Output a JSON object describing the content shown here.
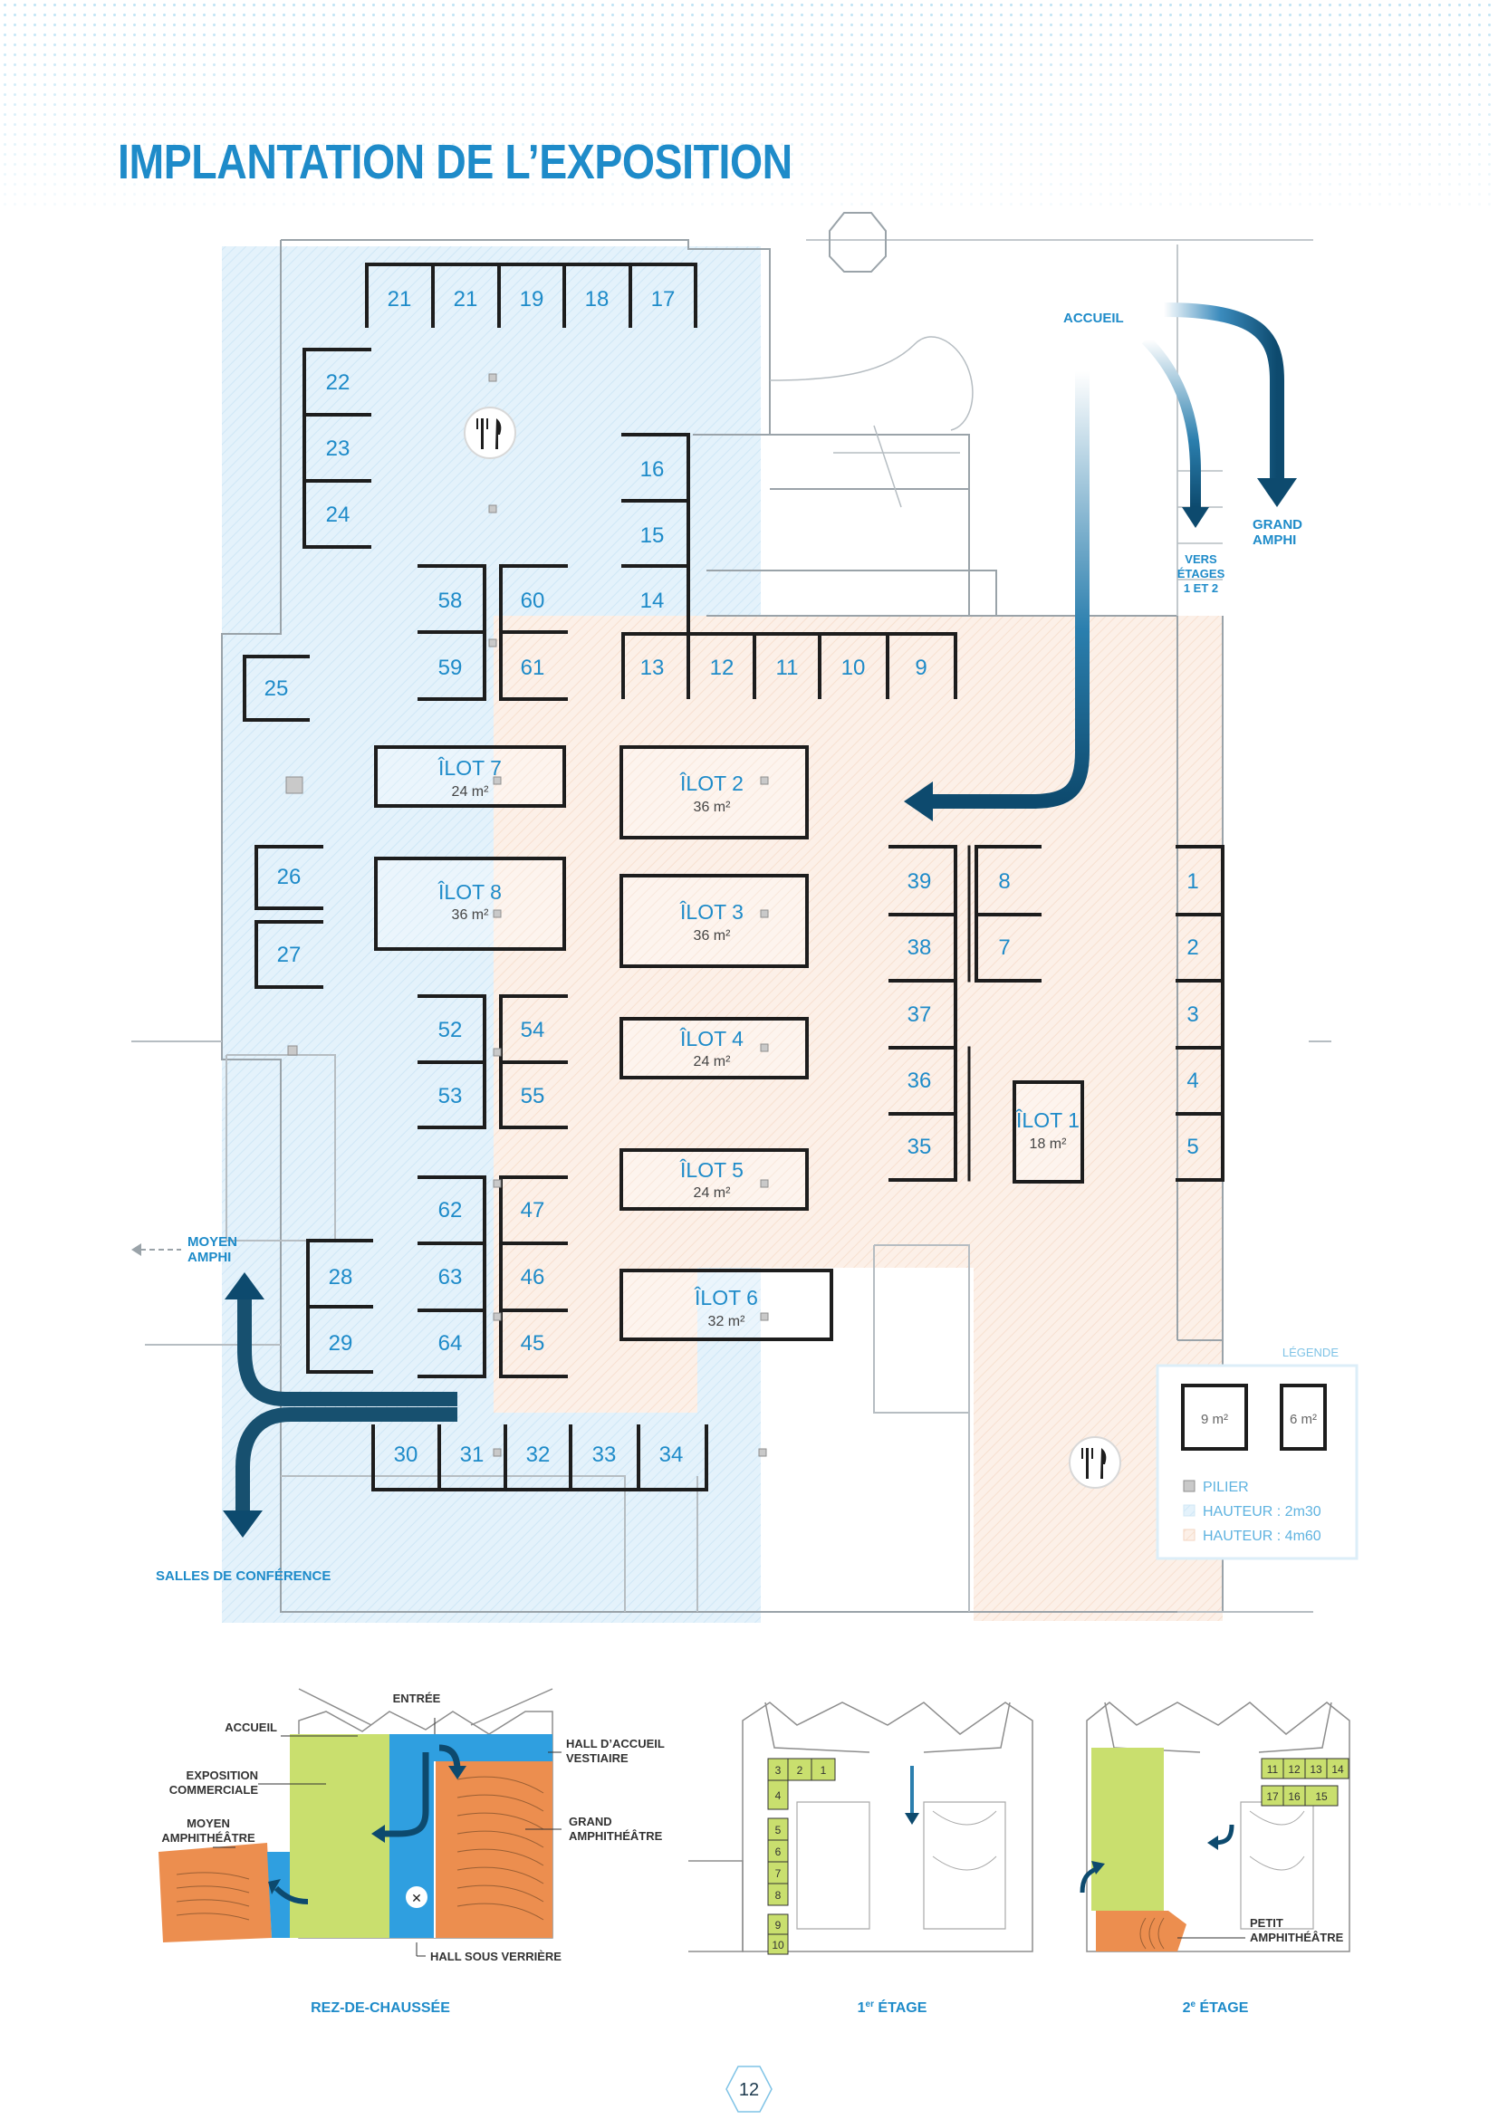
{
  "page_title": "IMPLANTATION DE L’EXPOSITION",
  "colors": {
    "blue": "#1e8bc9",
    "low_zone": "#dff0fa",
    "high_zone": "#fbece2",
    "green": "#c9df6e",
    "orange": "#ec8e4f",
    "navy": "#0d4a6e"
  },
  "plan": {
    "stands": {
      "s21a": "21",
      "s21b": "21",
      "s19": "19",
      "s18": "18",
      "s17": "17",
      "s22": "22",
      "s23": "23",
      "s24": "24",
      "s16": "16",
      "s15": "15",
      "s14": "14",
      "s13": "13",
      "s12": "12",
      "s11": "11",
      "s10": "10",
      "s9": "9",
      "s58": "58",
      "s60": "60",
      "s59": "59",
      "s61": "61",
      "s25": "25",
      "s26": "26",
      "s27": "27",
      "s39": "39",
      "s38": "38",
      "s37": "37",
      "s36": "36",
      "s35": "35",
      "s8": "8",
      "s7": "7",
      "s1": "1",
      "s2": "2",
      "s3": "3",
      "s4": "4",
      "s5": "5",
      "s52": "52",
      "s53": "53",
      "s54": "54",
      "s55": "55",
      "s62": "62",
      "s63": "63",
      "s64": "64",
      "s47": "47",
      "s46": "46",
      "s45": "45",
      "s28": "28",
      "s29": "29",
      "s30": "30",
      "s31": "31",
      "s32": "32",
      "s33": "33",
      "s34": "34"
    },
    "ilots": {
      "i7": {
        "name": "ÎLOT 7",
        "area": "24 m²"
      },
      "i8": {
        "name": "ÎLOT 8",
        "area": "36 m²"
      },
      "i2": {
        "name": "ÎLOT 2",
        "area": "36 m²"
      },
      "i3": {
        "name": "ÎLOT 3",
        "area": "36 m²"
      },
      "i4": {
        "name": "ÎLOT 4",
        "area": "24 m²"
      },
      "i5": {
        "name": "ÎLOT 5",
        "area": "24 m²"
      },
      "i6": {
        "name": "ÎLOT 6",
        "area": "32 m²"
      },
      "i1": {
        "name": "ÎLOT 1",
        "area": "18 m²"
      }
    },
    "labels": {
      "accueil": "ACCUEIL",
      "grand_amphi_1": "GRAND",
      "grand_amphi_2": "AMPHI",
      "vers_1": "VERS",
      "vers_2": "ÉTAGES",
      "vers_3": "1 ET 2",
      "moyen_1": "MOYEN",
      "moyen_2": "AMPHI",
      "salles": "SALLES DE CONFÉRENCE"
    },
    "legend": {
      "title": "LÉGENDE",
      "box_9": "9 m²",
      "box_6": "6 m²",
      "pilier": "PILIER",
      "hauteur_low": "HAUTEUR : 2m30",
      "hauteur_high": "HAUTEUR : 4m60"
    }
  },
  "mini_maps": {
    "rdc": {
      "caption": "REZ-DE-CHAUSSÉE",
      "entree": "ENTRÉE",
      "accueil": "ACCUEIL",
      "expo_1": "EXPOSITION",
      "expo_2": "COMMERCIALE",
      "moyen_1": "MOYEN",
      "moyen_2": "AMPHITHÉÂTRE",
      "hall_accueil_1": "HALL D’ACCUEIL",
      "hall_accueil_2": "VESTIAIRE",
      "grand_1": "GRAND",
      "grand_2": "AMPHITHÉÂTRE",
      "hall_verriere": "HALL SOUS VERRIÈRE"
    },
    "etage1": {
      "caption_num": "1",
      "caption_sup": "er",
      "caption_rest": " ÉTAGE",
      "stands": {
        "a": "3",
        "b": "2",
        "c": "1",
        "d": "4",
        "e": "5",
        "f": "6",
        "g": "7",
        "h": "8",
        "i": "9",
        "j": "10"
      }
    },
    "etage2": {
      "caption_num": "2",
      "caption_sup": "e",
      "caption_rest": " ÉTAGE",
      "stands": {
        "a": "11",
        "b": "12",
        "c": "13",
        "d": "14",
        "e": "17",
        "f": "16",
        "g": "15"
      },
      "petit_1": "PETIT",
      "petit_2": "AMPHITHÉÂTRE"
    }
  },
  "page_number": "12"
}
